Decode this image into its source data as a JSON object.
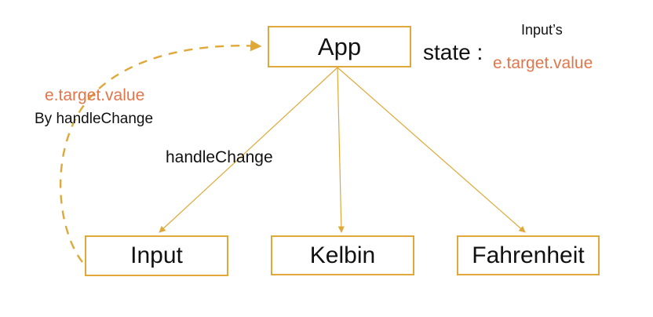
{
  "diagram": {
    "title": "React state flow diagram",
    "colors": {
      "node_border": "#DFA838",
      "edge": "#DFA838",
      "accent_text": "#E2764A",
      "text": "#111111",
      "background": "#FFFFFF"
    },
    "nodes": [
      {
        "id": "app",
        "label": "App"
      },
      {
        "id": "input",
        "label": "Input"
      },
      {
        "id": "kelbin",
        "label": "Kelbin"
      },
      {
        "id": "fahrenheit",
        "label": "Fahrenheit"
      }
    ],
    "edges": [
      {
        "id": "app-to-input",
        "from": "app",
        "to": "input",
        "style": "solid",
        "label": "handleChange"
      },
      {
        "id": "app-to-kelbin",
        "from": "app",
        "to": "kelbin",
        "style": "solid",
        "label": ""
      },
      {
        "id": "app-to-fahrenheit",
        "from": "app",
        "to": "fahrenheit",
        "style": "solid",
        "label": ""
      },
      {
        "id": "input-to-app",
        "from": "input",
        "to": "app",
        "style": "dashed",
        "label": "e.target.value By handleChange"
      }
    ],
    "labels": {
      "handle_change": "handleChange",
      "e_target_value_left": "e.target.value",
      "by_handle_change": "By handleChange",
      "state": "state :",
      "inputs_possessive": "Input’s",
      "e_target_value_right": "e.target.value"
    }
  }
}
